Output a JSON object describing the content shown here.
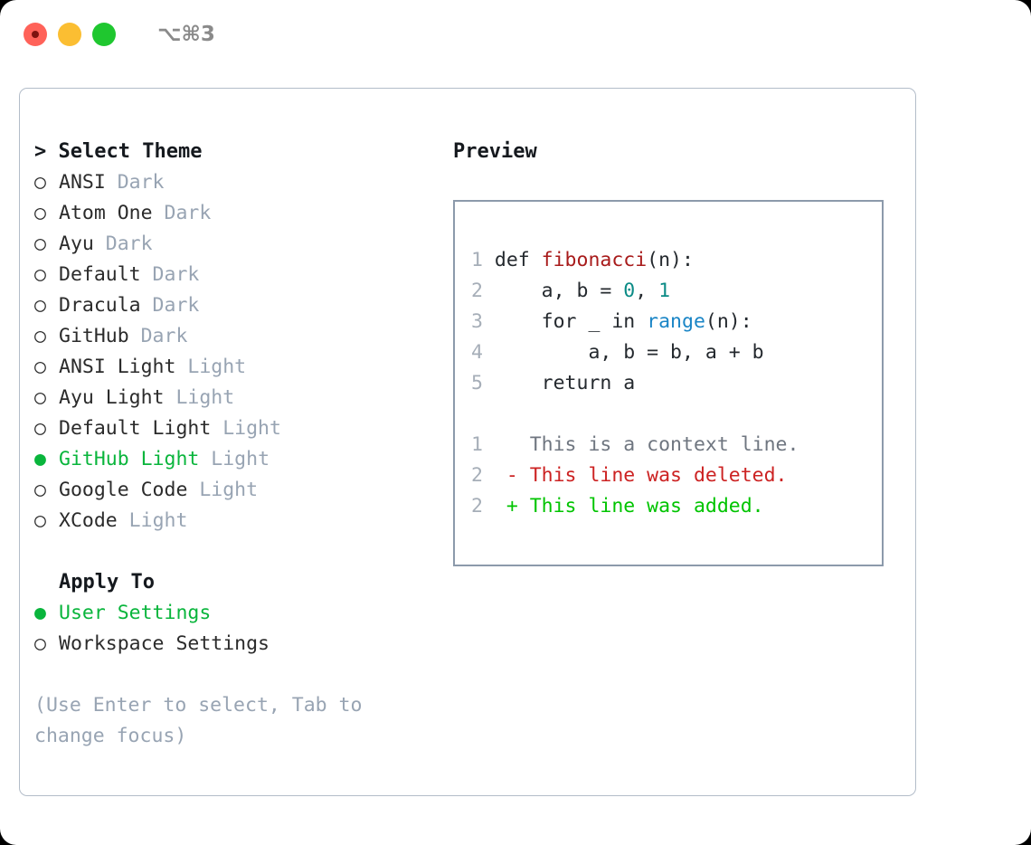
{
  "titlebar": {
    "shortcut": "⌥⌘3",
    "buttons": [
      {
        "name": "close",
        "color": "#ff6259"
      },
      {
        "name": "minimize",
        "color": "#fbbe32"
      },
      {
        "name": "zoom",
        "color": "#1fc72f"
      }
    ]
  },
  "theme_picker": {
    "heading": "Select Theme",
    "heading_prefix": ">",
    "marker_selected": "●",
    "marker_unselected": "○",
    "items": [
      {
        "name": "ANSI",
        "tag": "Dark",
        "selected": false
      },
      {
        "name": "Atom One",
        "tag": "Dark",
        "selected": false
      },
      {
        "name": "Ayu",
        "tag": "Dark",
        "selected": false
      },
      {
        "name": "Default",
        "tag": "Dark",
        "selected": false
      },
      {
        "name": "Dracula",
        "tag": "Dark",
        "selected": false
      },
      {
        "name": "GitHub",
        "tag": "Dark",
        "selected": false
      },
      {
        "name": "ANSI Light",
        "tag": "Light",
        "selected": false
      },
      {
        "name": "Ayu Light",
        "tag": "Light",
        "selected": false
      },
      {
        "name": "Default Light",
        "tag": "Light",
        "selected": false
      },
      {
        "name": "GitHub Light",
        "tag": "Light",
        "selected": true
      },
      {
        "name": "Google Code",
        "tag": "Light",
        "selected": false
      },
      {
        "name": "XCode",
        "tag": "Light",
        "selected": false
      }
    ]
  },
  "apply_to": {
    "heading": "Apply To",
    "items": [
      {
        "name": "User Settings",
        "selected": true
      },
      {
        "name": "Workspace Settings",
        "selected": false
      }
    ]
  },
  "hint": "(Use Enter to select, Tab to change focus)",
  "preview": {
    "title": "Preview",
    "code": [
      {
        "ln": "1",
        "tokens": [
          {
            "t": "def ",
            "c": "plain"
          },
          {
            "t": "fibonacci",
            "c": "fn"
          },
          {
            "t": "(n):",
            "c": "plain"
          }
        ]
      },
      {
        "ln": "2",
        "tokens": [
          {
            "t": "    a, b = ",
            "c": "plain"
          },
          {
            "t": "0",
            "c": "num"
          },
          {
            "t": ", ",
            "c": "plain"
          },
          {
            "t": "1",
            "c": "num"
          }
        ]
      },
      {
        "ln": "3",
        "tokens": [
          {
            "t": "    for _ in ",
            "c": "plain"
          },
          {
            "t": "range",
            "c": "builtin"
          },
          {
            "t": "(n):",
            "c": "plain"
          }
        ]
      },
      {
        "ln": "4",
        "tokens": [
          {
            "t": "        a, b = b, a + b",
            "c": "plain"
          }
        ]
      },
      {
        "ln": "5",
        "tokens": [
          {
            "t": "    return a",
            "c": "plain"
          }
        ]
      }
    ],
    "diff": [
      {
        "ln": "1",
        "sign": " ",
        "text": "This is a context line.",
        "kind": "ctx"
      },
      {
        "ln": "2",
        "sign": "-",
        "text": "This line was deleted.",
        "kind": "del"
      },
      {
        "ln": "2",
        "sign": "+",
        "text": "This line was added.",
        "kind": "add"
      }
    ]
  },
  "colors": {
    "selected_green": "#09b53c",
    "tag_grey": "#98a4b3",
    "diff_add": "#00c400",
    "diff_del": "#cc2222",
    "token_fn": "#a81b1b",
    "token_num": "#0b8b86",
    "token_builtin": "#1a85c6",
    "panel_border": "#b3bdc9",
    "preview_border": "#8c9aab"
  }
}
